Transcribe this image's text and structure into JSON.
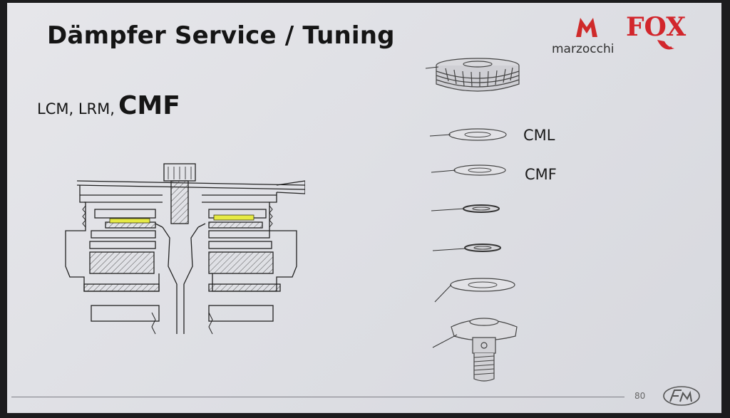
{
  "slide": {
    "title": "Dämpfer Service / Tuning",
    "subtitle_small": "LCM, LRM,",
    "subtitle_big": "CMF",
    "part_labels": [
      "CML",
      "CMF"
    ],
    "page_number": "80"
  },
  "brand": {
    "marzocchi": "marzocchi",
    "fox": "FOX",
    "fox_color": "#d2262c",
    "marzocchi_color": "#cf2a2a"
  },
  "colors": {
    "highlight": "#e6ea45",
    "line": "#2a2a2a"
  },
  "icons": {
    "fm_logo": "fm-logo-icon"
  }
}
